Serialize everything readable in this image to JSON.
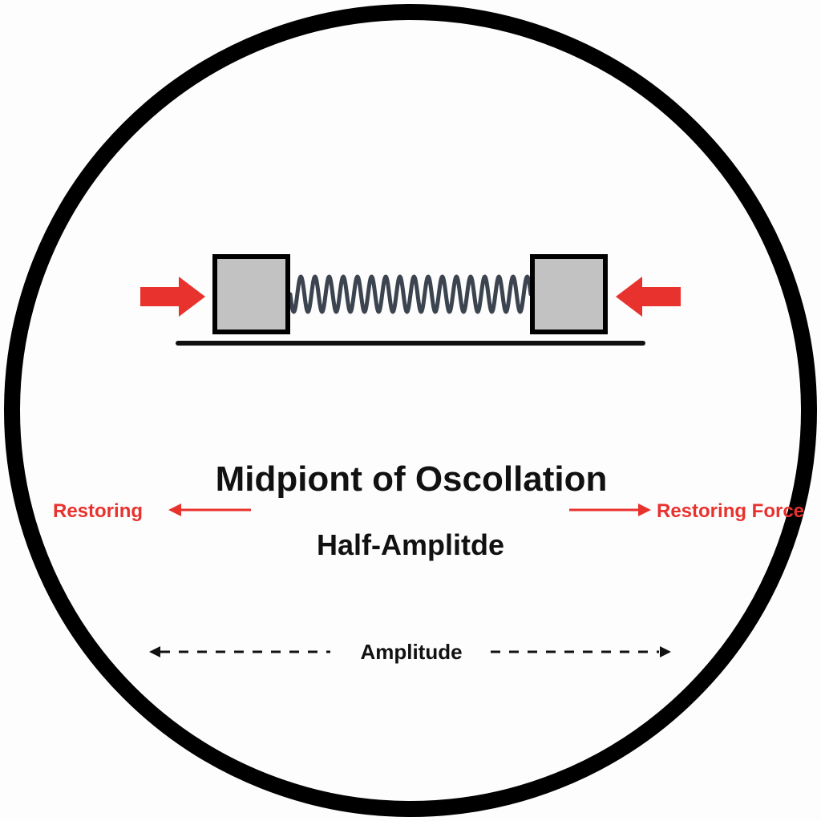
{
  "labels": {
    "title": "Midpiont of Oscollation",
    "subtitle": "Half-Amplitde",
    "restoring_left": "Restoring",
    "restoring_right": "Restoring Force",
    "amplitude": "Amplitude"
  },
  "colors": {
    "outline": "#000000",
    "force_arrow": "#e8322e",
    "block_fill": "#c2c2c2",
    "spring": "#3c4450",
    "ground": "#111111",
    "text": "#111111",
    "force_text": "#e8322e"
  },
  "icons": {
    "force_arrow": "right-pointing-arrow",
    "amplitude_arrow": "dashed-double-arrow"
  }
}
